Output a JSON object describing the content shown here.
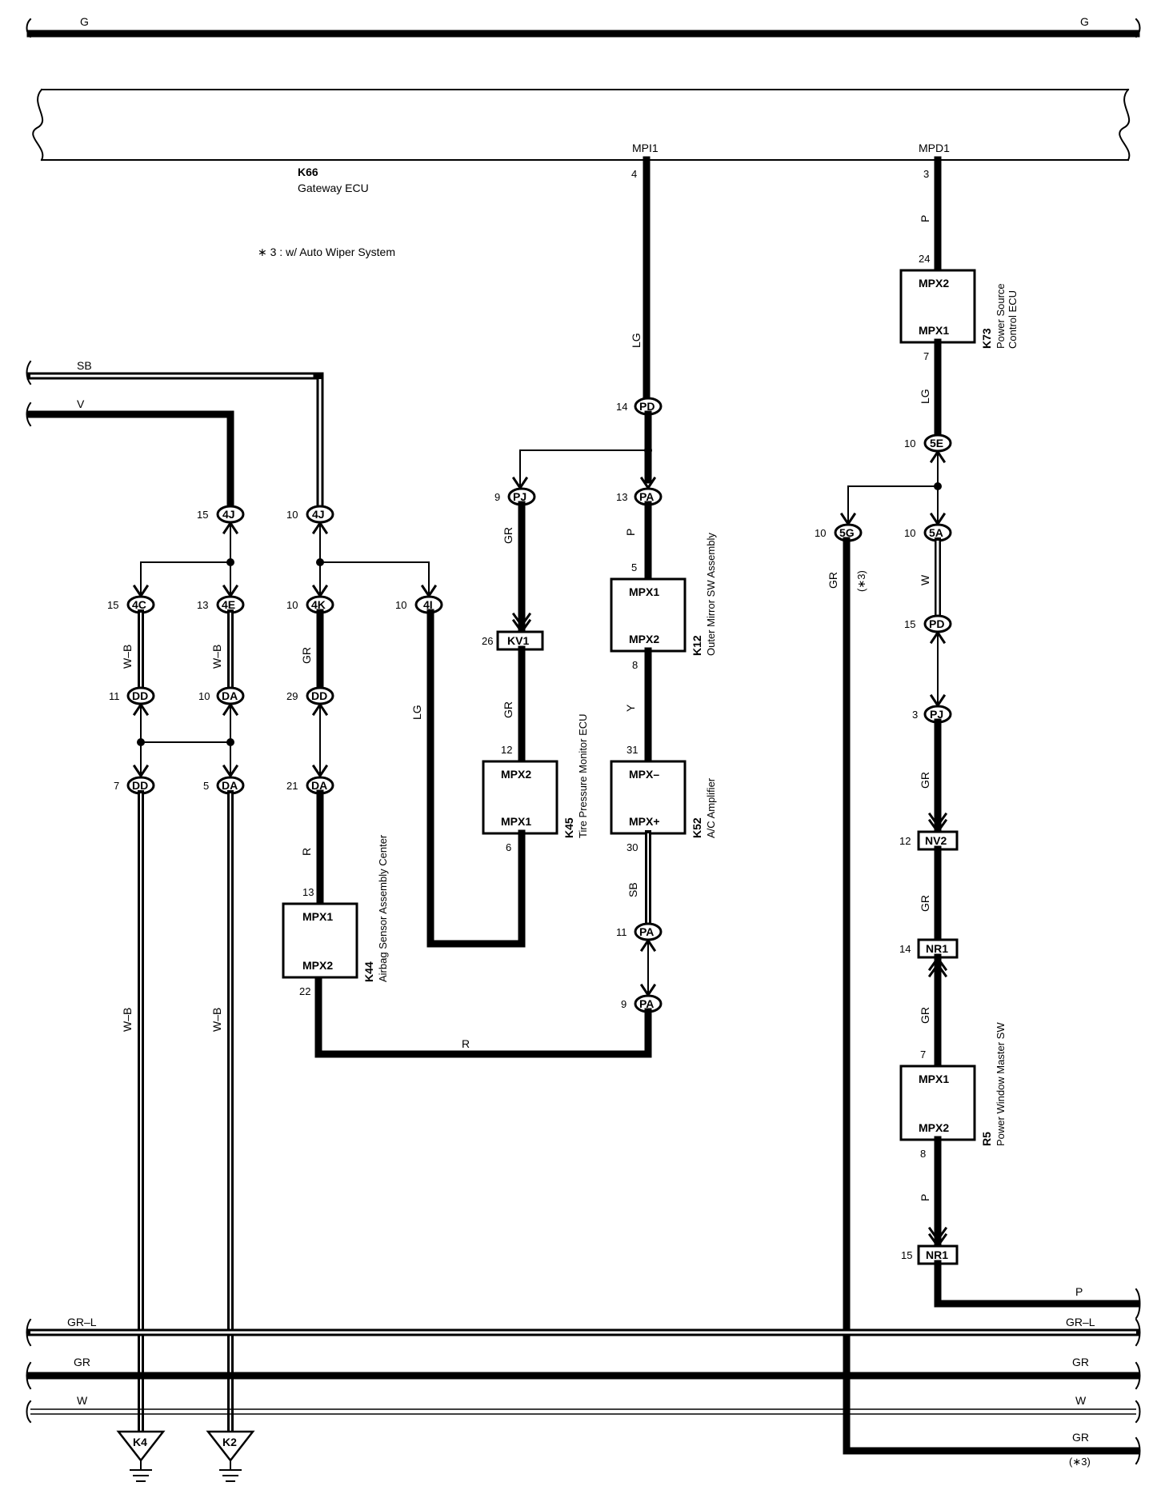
{
  "wires": {
    "top_g_left": "G",
    "top_g_right": "G",
    "mpi1_pin": "4",
    "mpd1_pin": "3",
    "lg_top": "LG",
    "p_top": "P",
    "lg_k73": "LG",
    "sb": "SB",
    "v": "V",
    "gr_pj": "GR",
    "gr_kv1": "GR",
    "p_pa": "P",
    "y": "Y",
    "sb_k52": "SB",
    "wb1": "W–B",
    "wb2": "W–B",
    "wb3": "W–B",
    "wb4": "W–B",
    "gr_4k": "GR",
    "lg_4i": "LG",
    "r_da": "R",
    "r_bottom": "R",
    "gr_5g": "GR",
    "gr_5g_note": "(∗3)",
    "w_5a": "W",
    "gr_pj2": "GR",
    "gr_nv2": "GR",
    "gr_nr1": "GR",
    "p_r5": "P",
    "p_out": "P",
    "bus_grl_l": "GR–L",
    "bus_grl_r": "GR–L",
    "bus_gr_l": "GR",
    "bus_gr_r": "GR",
    "bus_w_l": "W",
    "bus_w_r": "W",
    "bus_gr2_r": "GR",
    "bus_gr2_note": "(∗3)"
  },
  "ecu": {
    "gateway_code": "K66",
    "gateway_name": "Gateway ECU",
    "mpi1": "MPI1",
    "mpd1": "MPD1",
    "note": "∗ 3 : w/ Auto Wiper System"
  },
  "components": {
    "k73": {
      "code": "K73",
      "name1": "Power Source",
      "name2": "Control ECU",
      "top": "MPX2",
      "bottom": "MPX1",
      "pin_top": "24",
      "pin_bottom": "7"
    },
    "k12": {
      "code": "K12",
      "name": "Outer Mirror SW Assembly",
      "top": "MPX1",
      "bottom": "MPX2",
      "pin_top": "5",
      "pin_bottom": "8"
    },
    "k52": {
      "code": "K52",
      "name": "A/C Amplifier",
      "top": "MPX–",
      "bottom": "MPX+",
      "pin_top": "31",
      "pin_bottom": "30"
    },
    "k45": {
      "code": "K45",
      "name": "Tire Pressure Monitor ECU",
      "top": "MPX2",
      "bottom": "MPX1",
      "pin_top": "12",
      "pin_bottom": "6"
    },
    "k44": {
      "code": "K44",
      "name": "Airbag Sensor Assembly Center",
      "top": "MPX1",
      "bottom": "MPX2",
      "pin_top": "13",
      "pin_bottom": "22"
    },
    "r5": {
      "code": "R5",
      "name": "Power Window Master SW",
      "top": "MPX1",
      "bottom": "MPX2",
      "pin_top": "7",
      "pin_bottom": "8"
    }
  },
  "connectors": {
    "pd1": {
      "id": "PD",
      "pin": "14"
    },
    "pa1": {
      "id": "PA",
      "pin": "13"
    },
    "pj1": {
      "id": "PJ",
      "pin": "9"
    },
    "kv1": {
      "id": "KV1",
      "pin": "26"
    },
    "pa2": {
      "id": "PA",
      "pin": "11"
    },
    "pa3": {
      "id": "PA",
      "pin": "9"
    },
    "j4a": {
      "id": "4J",
      "pin": "15"
    },
    "j4b": {
      "id": "4J",
      "pin": "10"
    },
    "c4c": {
      "id": "4C",
      "pin": "15"
    },
    "c4e": {
      "id": "4E",
      "pin": "13"
    },
    "c4k": {
      "id": "4K",
      "pin": "10"
    },
    "c4i": {
      "id": "4I",
      "pin": "10"
    },
    "dd1": {
      "id": "DD",
      "pin": "11"
    },
    "da1": {
      "id": "DA",
      "pin": "10"
    },
    "dd2": {
      "id": "DD",
      "pin": "29"
    },
    "dd3": {
      "id": "DD",
      "pin": "7"
    },
    "da2": {
      "id": "DA",
      "pin": "5"
    },
    "da3": {
      "id": "DA",
      "pin": "21"
    },
    "e5e": {
      "id": "5E",
      "pin": "10"
    },
    "g5g": {
      "id": "5G",
      "pin": "10"
    },
    "a5a": {
      "id": "5A",
      "pin": "10"
    },
    "pd2": {
      "id": "PD",
      "pin": "15"
    },
    "pj2": {
      "id": "PJ",
      "pin": "3"
    },
    "nv2": {
      "id": "NV2",
      "pin": "12"
    },
    "nr1a": {
      "id": "NR1",
      "pin": "14"
    },
    "nr1b": {
      "id": "NR1",
      "pin": "15"
    }
  },
  "grounds": {
    "k4": "K4",
    "k2": "K2"
  }
}
